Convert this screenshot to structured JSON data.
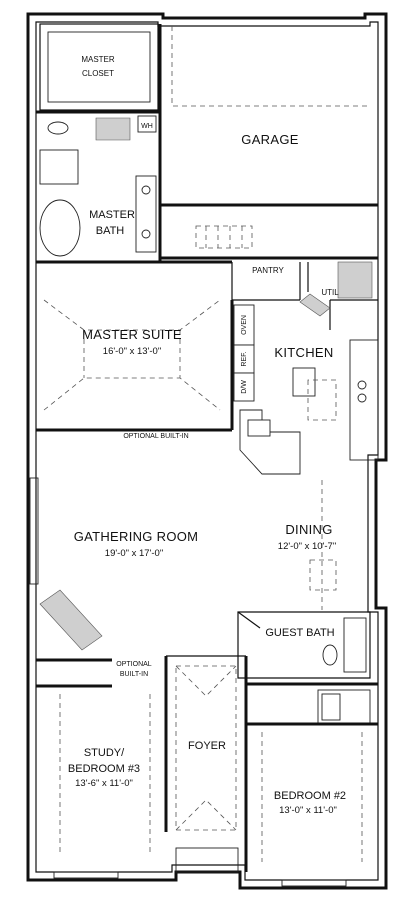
{
  "rooms": {
    "master_closet": {
      "line1": "MASTER",
      "line2": "CLOSET"
    },
    "garage": {
      "label": "GARAGE"
    },
    "master_bath": {
      "line1": "MASTER",
      "line2": "BATH"
    },
    "pantry": {
      "label": "PANTRY"
    },
    "util": {
      "label": "UTIL"
    },
    "master_suite": {
      "label": "MASTER SUITE",
      "dims": "16'-0\" x 13'-0\""
    },
    "kitchen": {
      "label": "KITCHEN"
    },
    "gathering_room": {
      "label": "GATHERING ROOM",
      "dims": "19'-0\" x 17'-0\""
    },
    "dining": {
      "label": "DINING",
      "dims": "12'-0\" x 10'-7\""
    },
    "guest_bath": {
      "label": "GUEST BATH"
    },
    "study": {
      "line1": "STUDY/",
      "line2": "BEDROOM #3",
      "dims": "13'-6\" x 11'-0\""
    },
    "foyer": {
      "label": "FOYER"
    },
    "bedroom2": {
      "label": "BEDROOM #2",
      "dims": "13'-0\" x 11'-0\""
    }
  },
  "fixtures": {
    "oven": "OVEN",
    "ref": "REF.",
    "dw": "D/W",
    "wh": "WH",
    "builtin_top": "OPTIONAL BUILT-IN",
    "builtin_left_line1": "OPTIONAL",
    "builtin_left_line2": "BUILT-IN"
  }
}
